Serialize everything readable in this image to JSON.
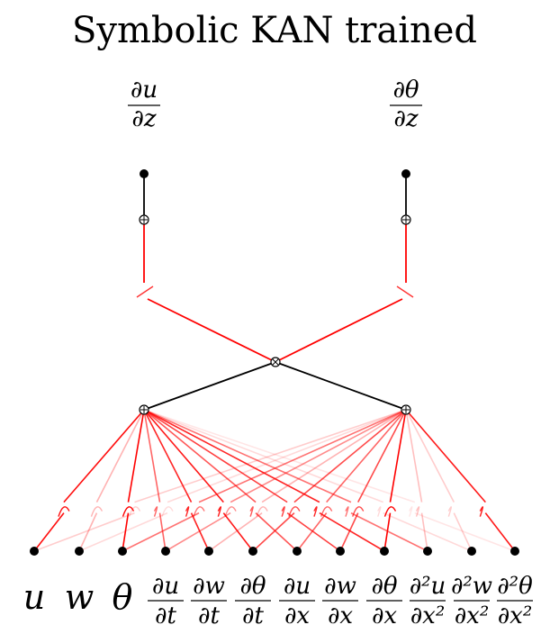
{
  "title": "Symbolic KAN trained",
  "outputs": [
    {
      "num": "∂u",
      "den": "∂z"
    },
    {
      "num": "∂θ",
      "den": "∂z"
    }
  ],
  "inputs": [
    {
      "kind": "plain",
      "text": "u"
    },
    {
      "kind": "plain",
      "text": "w"
    },
    {
      "kind": "plain",
      "text": "θ"
    },
    {
      "kind": "frac",
      "num": "∂u",
      "den": "∂t"
    },
    {
      "kind": "frac",
      "num": "∂w",
      "den": "∂t"
    },
    {
      "kind": "frac",
      "num": "∂θ",
      "den": "∂t"
    },
    {
      "kind": "frac",
      "num": "∂u",
      "den": "∂x"
    },
    {
      "kind": "frac",
      "num": "∂w",
      "den": "∂x"
    },
    {
      "kind": "frac",
      "num": "∂θ",
      "den": "∂x"
    },
    {
      "kind": "frac",
      "num": "∂²u",
      "den": "∂x²"
    },
    {
      "kind": "frac",
      "num": "∂²w",
      "den": "∂x²"
    },
    {
      "kind": "frac",
      "num": "∂²θ",
      "den": "∂x²"
    }
  ],
  "hidden1": [
    {
      "op": "sum",
      "icon": "plus-node-icon"
    },
    {
      "op": "sum",
      "icon": "plus-node-icon"
    }
  ],
  "hidden2": {
    "op": "product",
    "icon": "times-node-icon"
  },
  "output_sums": [
    {
      "op": "sum",
      "icon": "plus-node-icon"
    },
    {
      "op": "sum",
      "icon": "plus-node-icon"
    }
  ],
  "layer1_edges": [
    {
      "input": 0,
      "node": 0,
      "strength": 0.95
    },
    {
      "input": 0,
      "node": 1,
      "strength": 0.2
    },
    {
      "input": 1,
      "node": 0,
      "strength": 0.3
    },
    {
      "input": 1,
      "node": 1,
      "strength": 0.15
    },
    {
      "input": 2,
      "node": 0,
      "strength": 1.0
    },
    {
      "input": 2,
      "node": 1,
      "strength": 0.55
    },
    {
      "input": 3,
      "node": 0,
      "strength": 0.6
    },
    {
      "input": 3,
      "node": 1,
      "strength": 0.45
    },
    {
      "input": 4,
      "node": 0,
      "strength": 0.85
    },
    {
      "input": 4,
      "node": 1,
      "strength": 0.3
    },
    {
      "input": 5,
      "node": 0,
      "strength": 0.9
    },
    {
      "input": 5,
      "node": 1,
      "strength": 0.7
    },
    {
      "input": 6,
      "node": 0,
      "strength": 0.65
    },
    {
      "input": 6,
      "node": 1,
      "strength": 0.6
    },
    {
      "input": 7,
      "node": 0,
      "strength": 0.75
    },
    {
      "input": 7,
      "node": 1,
      "strength": 0.7
    },
    {
      "input": 8,
      "node": 0,
      "strength": 0.85
    },
    {
      "input": 8,
      "node": 1,
      "strength": 1.0
    },
    {
      "input": 9,
      "node": 0,
      "strength": 0.55
    },
    {
      "input": 9,
      "node": 1,
      "strength": 0.25
    },
    {
      "input": 10,
      "node": 0,
      "strength": 0.15
    },
    {
      "input": 10,
      "node": 1,
      "strength": 0.2
    },
    {
      "input": 11,
      "node": 0,
      "strength": 0.1
    },
    {
      "input": 11,
      "node": 1,
      "strength": 0.9
    }
  ],
  "colors": {
    "edge_strong": "#ff0000",
    "edge_black": "#000000",
    "node": "#000000",
    "background": "#ffffff"
  }
}
